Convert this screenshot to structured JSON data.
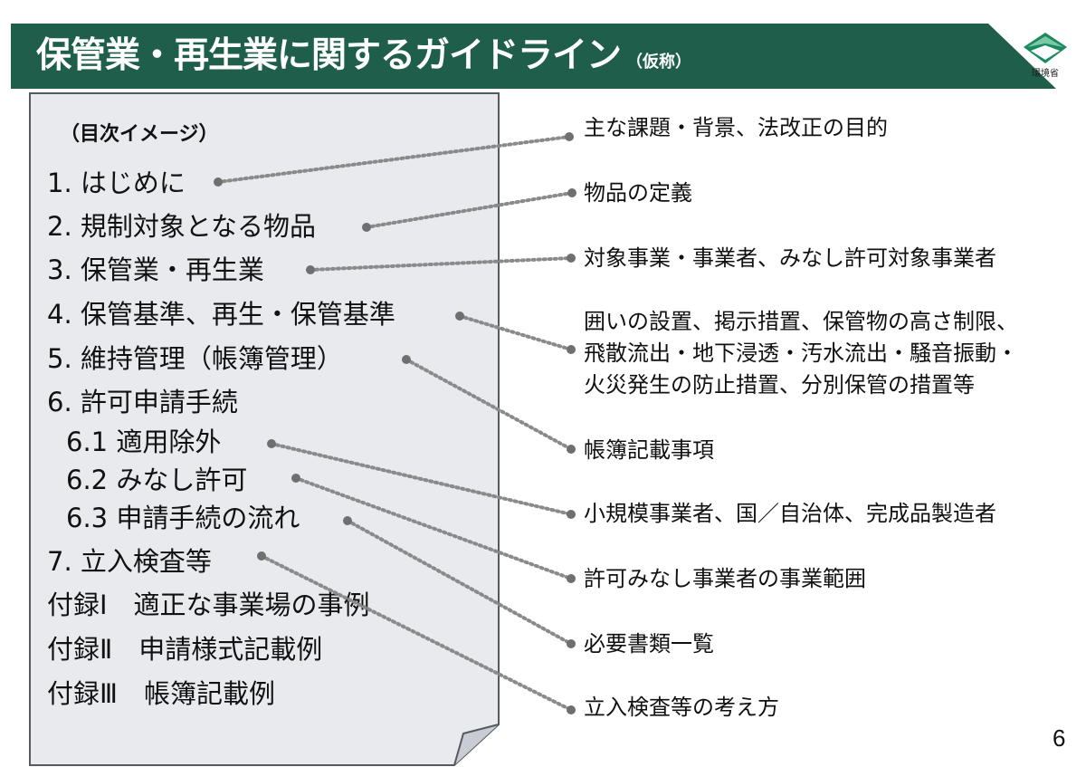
{
  "header": {
    "title": "保管業・再生業に関するガイドライン",
    "title_note": "（仮称）",
    "banner_color": "#1e5e4a"
  },
  "logo": {
    "label": "環境省",
    "icon": "ministry-of-environment-logo-icon",
    "color": "#1a8a5e"
  },
  "toc": {
    "heading": "（目次イメージ）",
    "items": [
      {
        "label": "1. はじめに"
      },
      {
        "label": "2. 規制対象となる物品"
      },
      {
        "label": "3. 保管業・再生業"
      },
      {
        "label": "4. 保管基準、再生・保管基準"
      },
      {
        "label": "5. 維持管理（帳簿管理）"
      },
      {
        "label": "6. 許可申請手続"
      },
      {
        "label": "6.1 適用除外"
      },
      {
        "label": "6.2 みなし許可"
      },
      {
        "label": "6.3 申請手続の流れ"
      },
      {
        "label": "7. 立入検査等"
      },
      {
        "label": "付録Ⅰ　適正な事業場の事例"
      },
      {
        "label": "付録Ⅱ　申請様式記載例"
      },
      {
        "label": "付録Ⅲ　帳簿記載例"
      }
    ]
  },
  "descriptions": [
    {
      "text": "主な課題・背景、法改正の目的"
    },
    {
      "text": "物品の定義"
    },
    {
      "text": "対象事業・事業者、みなし許可対象事業者"
    },
    {
      "lines": [
        "囲いの設置、掲示措置、保管物の高さ制限、",
        "飛散流出・地下浸透・汚水流出・騒音振動・",
        "火災発生の防止措置、分別保管の措置等"
      ]
    },
    {
      "text": "帳簿記載事項"
    },
    {
      "text": "小規模事業者、国／自治体、完成品製造者"
    },
    {
      "text": "許可みなし事業者の事業範囲"
    },
    {
      "text": "必要書類一覧"
    },
    {
      "text": "立入検査等の考え方"
    }
  ],
  "page_number": "6",
  "colors": {
    "paper_fill": "#e8eaee",
    "paper_border": "#555a62",
    "connector": "#8a8a8a"
  }
}
